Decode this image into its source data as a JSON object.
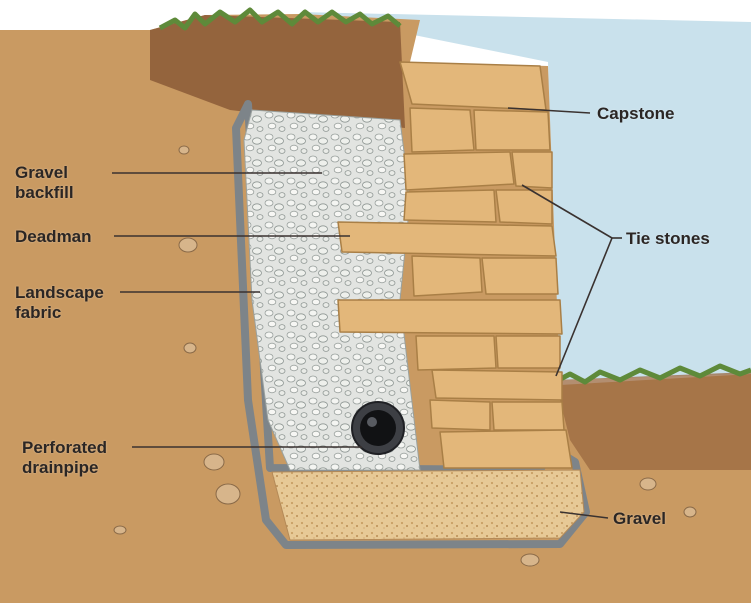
{
  "labels": {
    "gravel_backfill": [
      "Gravel",
      "backfill"
    ],
    "deadman": "Deadman",
    "landscape_fabric": [
      "Landscape",
      "fabric"
    ],
    "perforated_drainpipe": [
      "Perforated",
      "drainpipe"
    ],
    "capstone": "Capstone",
    "tie_stones": "Tie stones",
    "gravel": "Gravel"
  },
  "colors": {
    "soil": "#c99a62",
    "sky": "#c9e1ec",
    "grass": "#5e8a3a",
    "stone": "#e3b77a",
    "gravel_fill": "#dfe1de",
    "fabric": "#7d8489",
    "leader": "#3a3230"
  }
}
